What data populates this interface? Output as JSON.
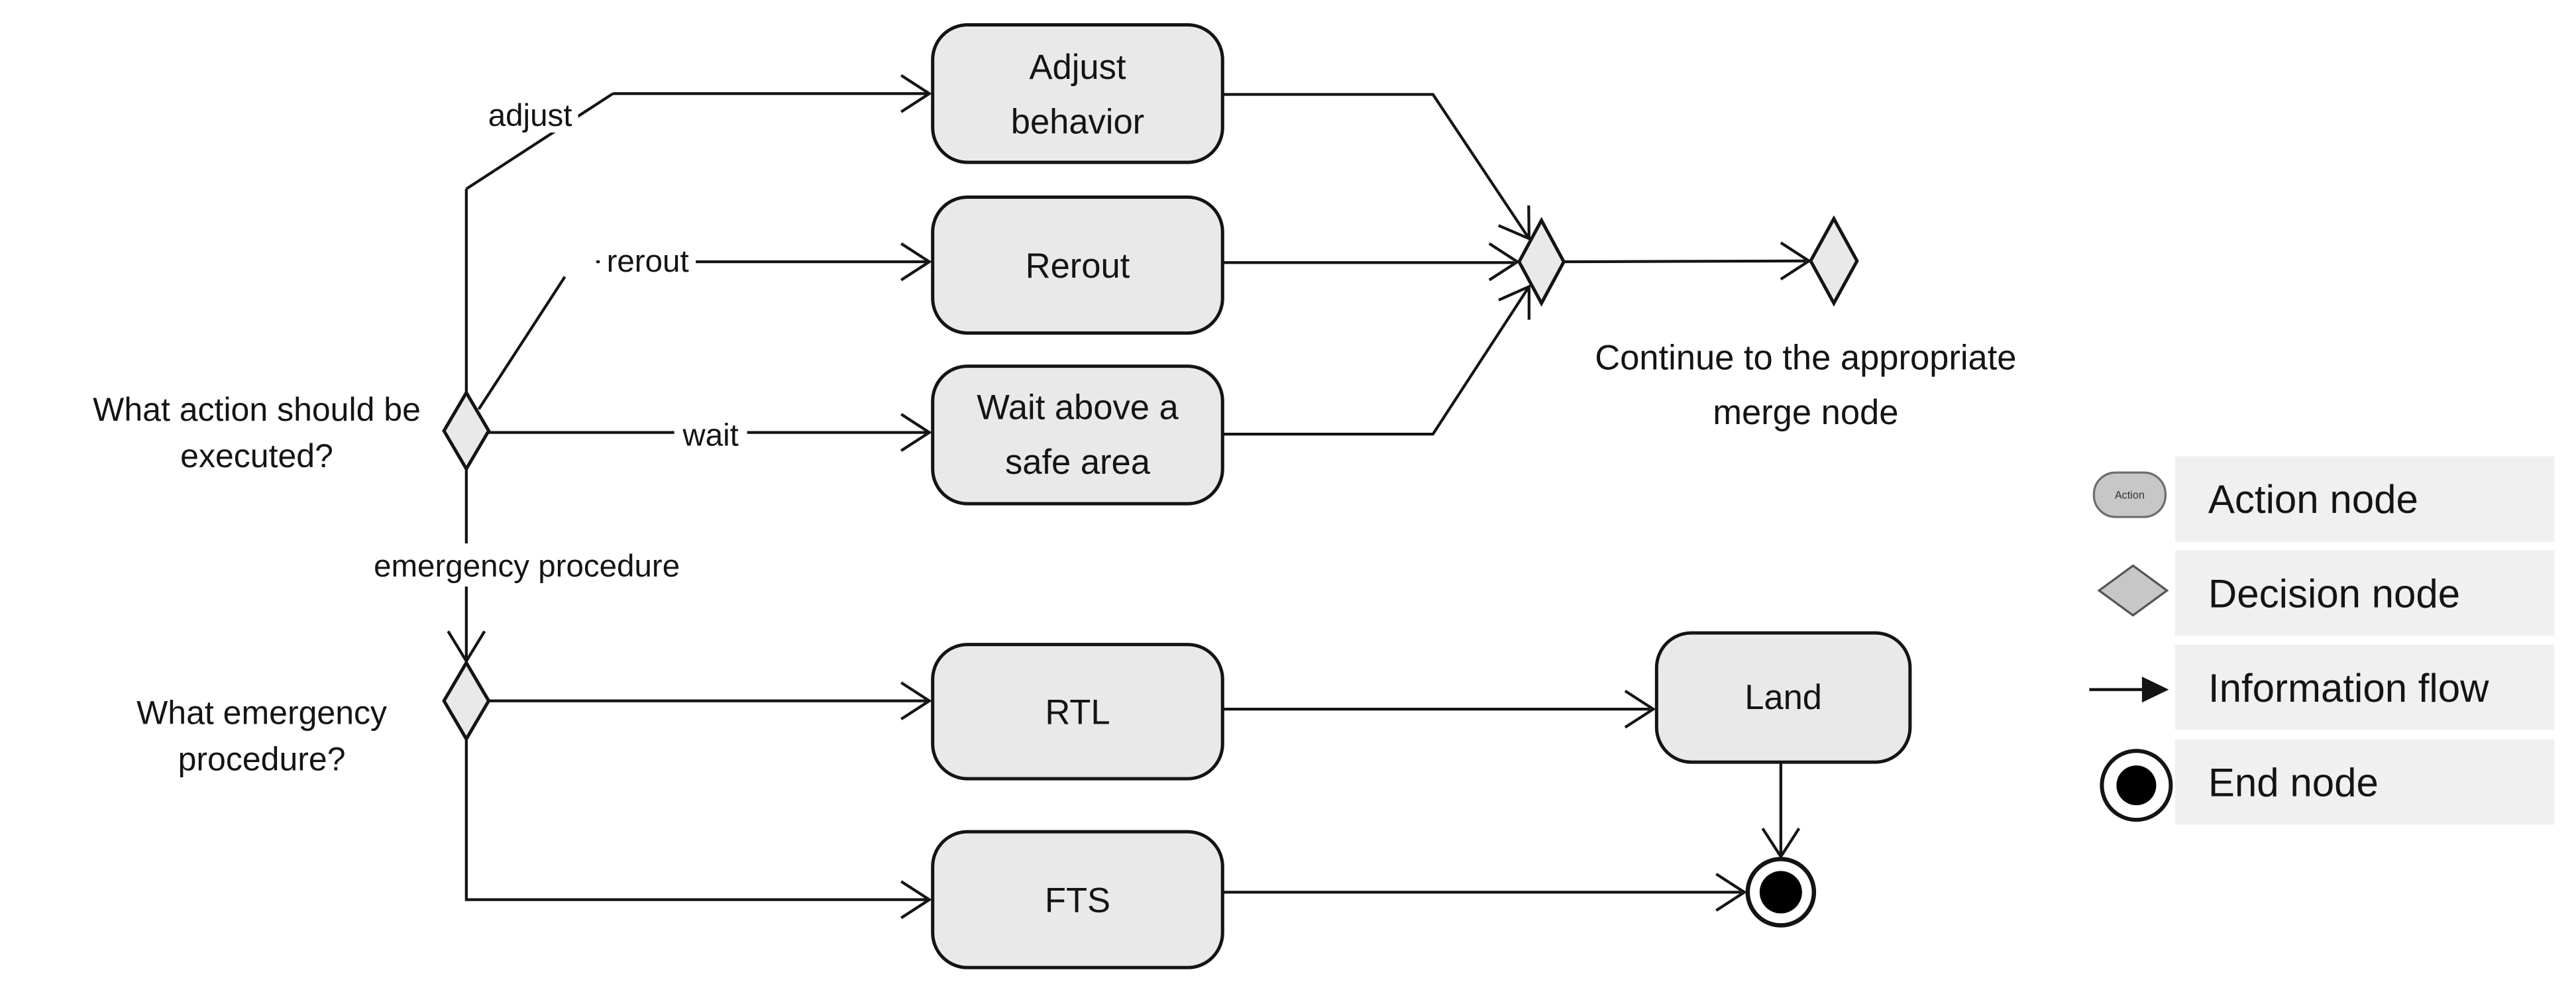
{
  "diagram": {
    "questions": {
      "q1_line1": "What action should be",
      "q1_line2": "executed?",
      "q2_line1": "What emergency",
      "q2_line2": "procedure?"
    },
    "edge_labels": {
      "adjust": "adjust",
      "rerout": "rerout",
      "wait": "wait",
      "emergency": "emergency procedure"
    },
    "nodes": {
      "adjust_behavior": {
        "line1": "Adjust",
        "line2": "behavior"
      },
      "rerout": {
        "label": "Rerout"
      },
      "wait": {
        "line1": "Wait above a",
        "line2": "safe area"
      },
      "rtl": {
        "label": "RTL"
      },
      "fts": {
        "label": "FTS"
      },
      "land": {
        "label": "Land"
      }
    },
    "annotations": {
      "continue_line1": "Continue to the appropriate",
      "continue_line2": "merge node"
    }
  },
  "legend": {
    "items": [
      {
        "icon": "action-node-icon",
        "icon_text": "Action",
        "label": "Action node"
      },
      {
        "icon": "decision-node-icon",
        "label": "Decision node"
      },
      {
        "icon": "information-flow-icon",
        "label": "Information flow"
      },
      {
        "icon": "end-node-icon",
        "label": "End node"
      }
    ]
  },
  "colors": {
    "background": "#ffffff",
    "node_fill": "#e9e9e9",
    "node_stroke": "#141414",
    "line": "#141414",
    "text": "#141414",
    "legend_bar": "#f0f0f0",
    "legend_icon_fill": "#c7c7c7",
    "legend_icon_stroke": "#6e6e6e",
    "end_node_inner": "#000000"
  }
}
